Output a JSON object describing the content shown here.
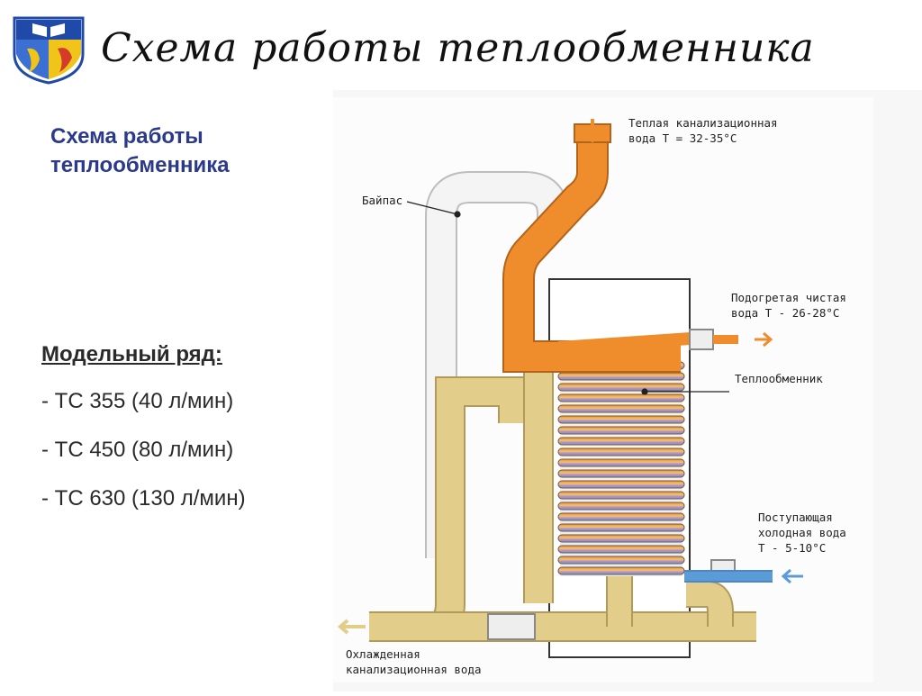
{
  "slide": {
    "title": "Схема работы теплообменника"
  },
  "left": {
    "heading_line1": "Схема работы",
    "heading_line2": "теплообменника",
    "models_title": "Модельный ряд:",
    "models": [
      "- ТС 355 (40 л/мин)",
      "- ТС 450 (80 л/мин)",
      "- ТС 630 (130 л/мин)"
    ]
  },
  "diagram": {
    "warm_in": [
      "Теплая канализационная",
      "вода Т = 32-35°С"
    ],
    "bypass": "Байпас",
    "heated_out": [
      "Подогретая чистая",
      "вода Т - 26-28°С"
    ],
    "exchanger": "Теплообменник",
    "cold_in": [
      "Поступающая",
      "холодная вода",
      "Т - 5-10°С"
    ],
    "cooled_out": [
      "Охлажденная",
      "канализационная вода"
    ]
  },
  "colors": {
    "heading_blue": "#2c3a8c",
    "pipe_orange": "#ef8d2c",
    "pipe_beige": "#e3cd8a",
    "cold_blue": "#5b9bd8",
    "bypass_pipe": "#f4f4f4"
  },
  "icons": {
    "logo": "university-emblem-icon",
    "flow_arrows": "arrow-icon"
  }
}
